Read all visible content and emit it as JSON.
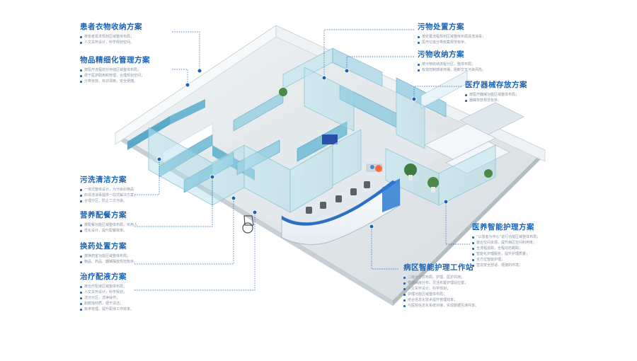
{
  "labels": [
    {
      "title": "患者衣物收纳方案",
      "lines": [
        "按患者需求规划区域整体布局；",
        "人文关怀设计，科学规划空间。"
      ]
    },
    {
      "title": "物品精细化管理方案",
      "lines": [
        "按医疗流程划分存储区域整体布局；",
        "便于医护取用和管理，合理规划空间；",
        "分类存放，标识清晰，安全便捷。"
      ]
    },
    {
      "title": "污洗清洁方案",
      "lines": [
        "一体式整体设计，为污染后物品",
        "的清洗消毒提供一站式解决方案；",
        "合理分区，防止二次污染。"
      ]
    },
    {
      "title": "营养配餐方案",
      "lines": [
        "按配餐功能区域整体布局，实用人",
        "性化设计，提升配餐效率。"
      ]
    },
    {
      "title": "换药处置方案",
      "lines": [
        "按换药室功能区域整体布局；",
        "物品、药品、器械摆放规范有序。"
      ]
    },
    {
      "title": "治疗配液方案",
      "lines": [
        "按治疗配液区域整体布局；",
        "人文关怀设计，科学规划；",
        "洁污分区，洁净操作；",
        "耐腐蚀材质，便于清洁；",
        "有序管理，提升配液工作效率。"
      ]
    },
    {
      "title": "污物处置方案",
      "lines": [
        "按处置流程规划区域整体布局清洗消毒；",
        "医疗垃圾分类收集规范有序。"
      ]
    },
    {
      "title": "污物收纳方案",
      "lines": [
        "按污物收纳流程分区，整体布局；",
        "有效控制感染传播，阻断交叉污染风险。"
      ]
    },
    {
      "title": "医疗器械存放方案",
      "lines": [
        "按医疗器械功能区域整体布局；",
        "器械存放规范有序。"
      ]
    },
    {
      "title": "医养智能护理方案",
      "lines": [
        "“以患者为中心”进行功能区域整体布局；",
        "整合空间资源，提升病区空间利用率；",
        "全流程追踪，全程动态跟踪；",
        "智能化护理服务，提升护理质量；",
        "全方位智能护理；",
        "营造安全舒适、便捷的环境。"
      ]
    },
    {
      "title": "病区智能护理工作站",
      "lines": [
        "二级分诊式布局，护理、医护共用；",
        "根据病房分布，灵活布置护理站位置；",
        "人文关怀设计，科学规划；",
        "护理功能区域整体布局；",
        "结合信息化技术提升管理效率；",
        "与医院信息化系统对接，实现数据互通共享。"
      ]
    }
  ]
}
